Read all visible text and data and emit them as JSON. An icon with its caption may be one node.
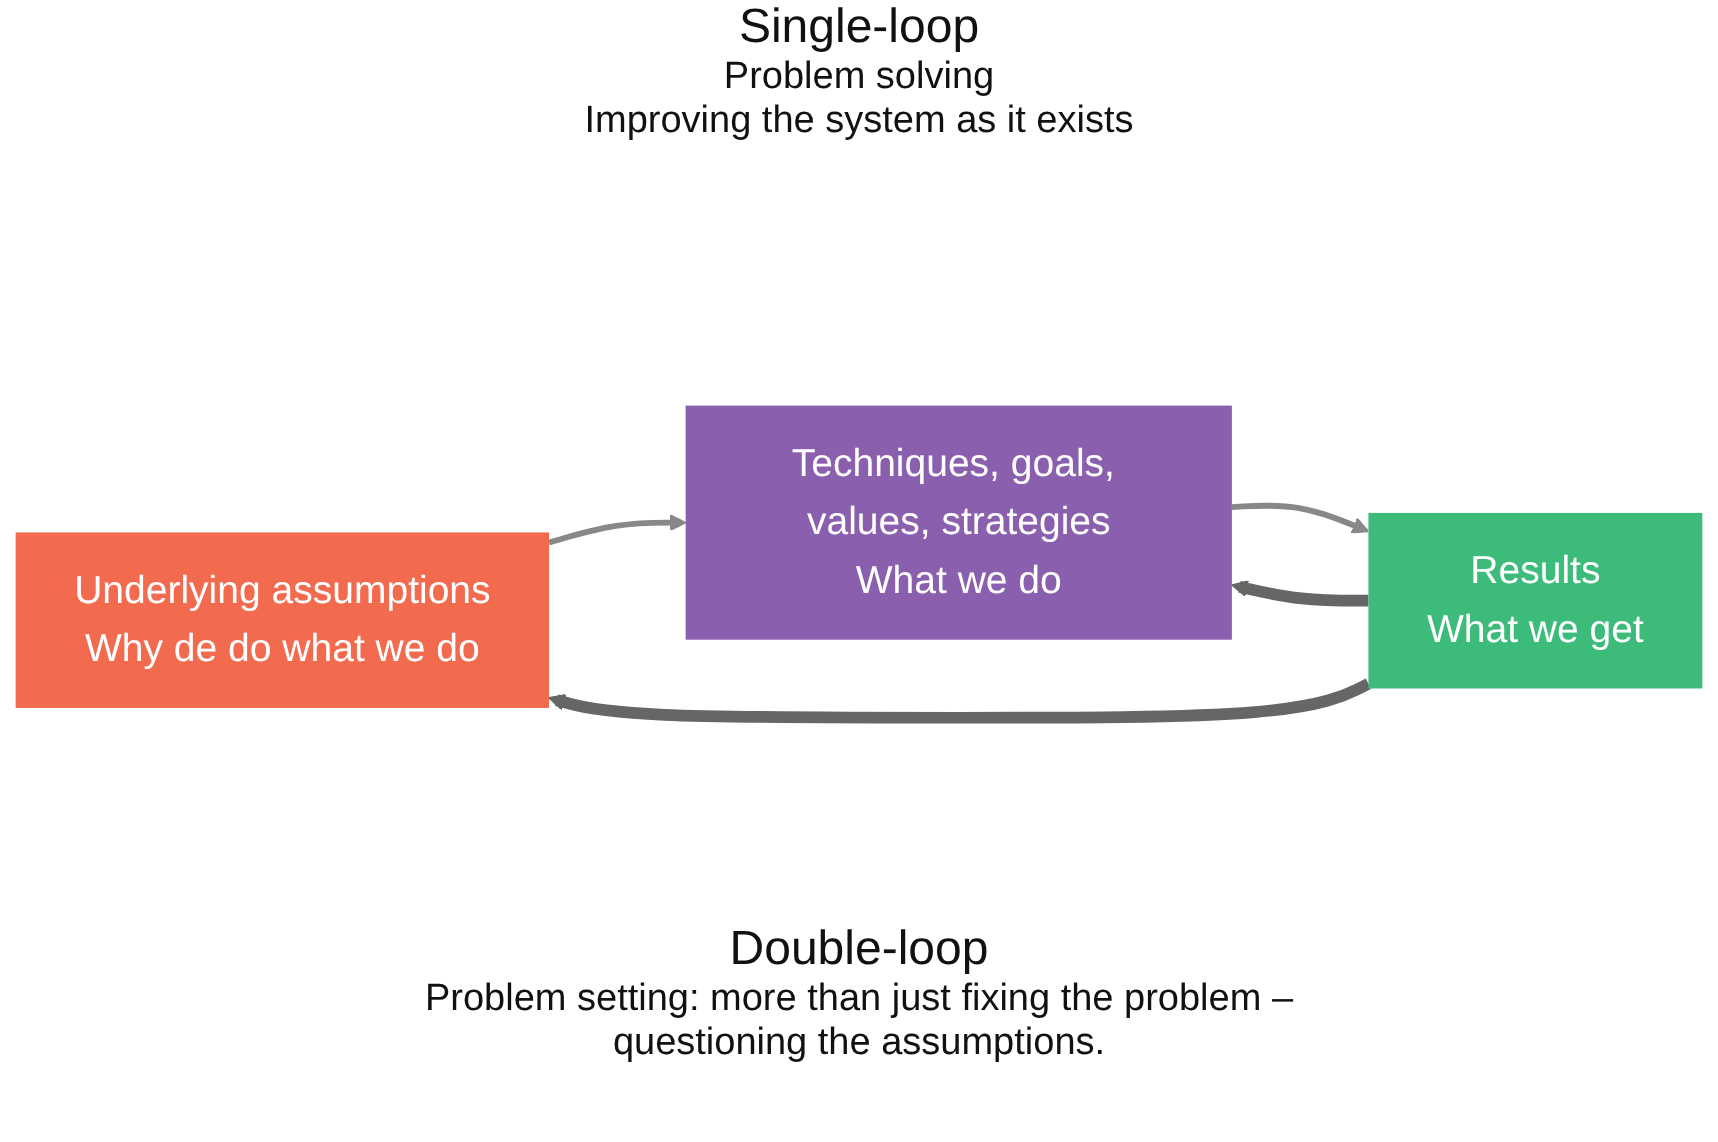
{
  "diagram": {
    "nodes": [
      {
        "text": [
          "Underlying assumptions",
          "Why de do what we do"
        ]
      },
      {
        "text": [
          "Techniques, goals, values, strategies",
          "What we do"
        ]
      },
      {
        "text": [
          "Results",
          "What we get"
        ]
      }
    ],
    "edges": [
      {
        "from": 0,
        "to": 1,
        "arrow": "to"
      },
      {
        "from": 1,
        "to": 2,
        "arrow": "to"
      },
      {
        "from": 2,
        "to": 1,
        "arrow": "to",
        "style": "thick",
        "color": "#666666"
      },
      {
        "from": 2,
        "to": 0,
        "arrow": "to",
        "style": "thick",
        "color": "#666666"
      }
    ],
    "labels": [
      "Single-loop",
      "Problem solving",
      "Improving the system as it exists",
      "Double-loop",
      "Problem setting: more than just fixing the problem – questioning the assumptions."
    ]
  }
}
